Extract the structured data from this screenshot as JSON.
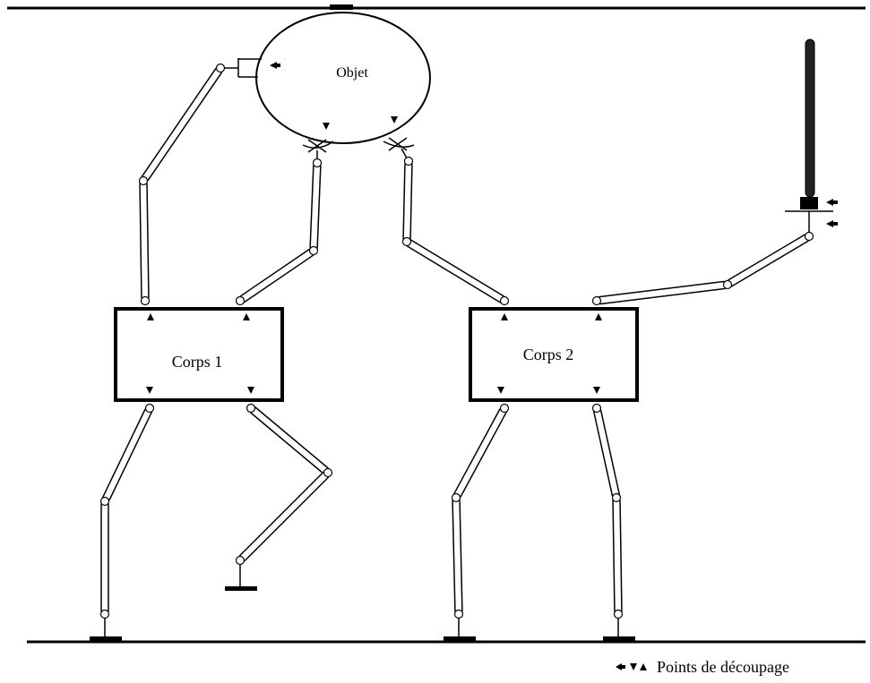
{
  "labels": {
    "object": "Objet",
    "body1": "Corps 1",
    "body2": "Corps 2",
    "legend": "Points de découpage"
  },
  "legend_symbols": [
    "left-arrow-icon",
    "down-arrow-icon",
    "up-arrow-icon"
  ]
}
